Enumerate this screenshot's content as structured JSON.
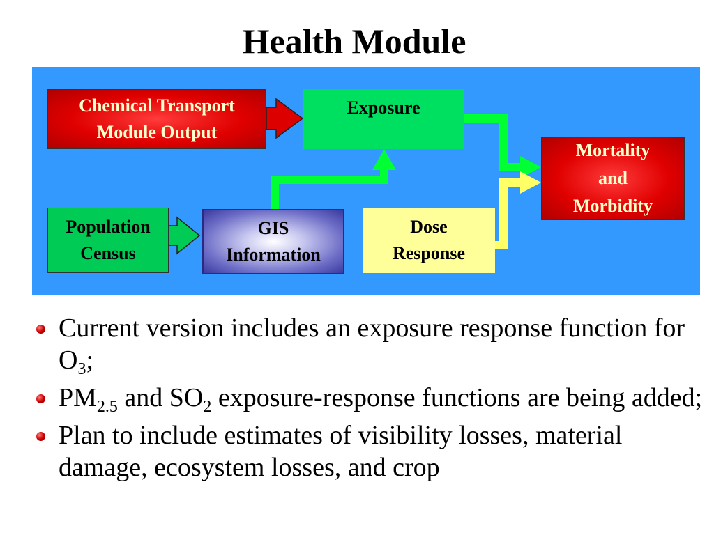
{
  "title": "Health Module",
  "diagram": {
    "boxes": {
      "chemical": {
        "line1": "Chemical Transport",
        "line2": "Module Output"
      },
      "exposure": {
        "label": "Exposure"
      },
      "mortality": {
        "line1": "Mortality",
        "line2": "and",
        "line3": "Morbidity"
      },
      "population": {
        "line1": "Population",
        "line2": "Census"
      },
      "gis": {
        "line1": "GIS",
        "line2": "Information"
      },
      "dose": {
        "line1": "Dose",
        "line2": "Response"
      }
    },
    "colors": {
      "panel": "#3399ff",
      "red_box": "#e00000",
      "red_box_text": "#ffffcc",
      "green_box": "#00e060",
      "gis_box": "#3a3aa0",
      "yellow_box": "#ffff99",
      "green_arrow": "#00ff33",
      "yellow_arrow": "#ffff66"
    }
  },
  "bullets": [
    {
      "text": "Current version includes an exposure response function for O",
      "sub": "3",
      "tail": ";"
    },
    {
      "pre": "PM",
      "sub1": "2.5",
      "mid": " and SO",
      "sub2": "2",
      "tail": " exposure-response functions are being added;"
    },
    {
      "text": "Plan to include estimates of visibility losses, material damage, ecosystem losses, and crop"
    }
  ]
}
